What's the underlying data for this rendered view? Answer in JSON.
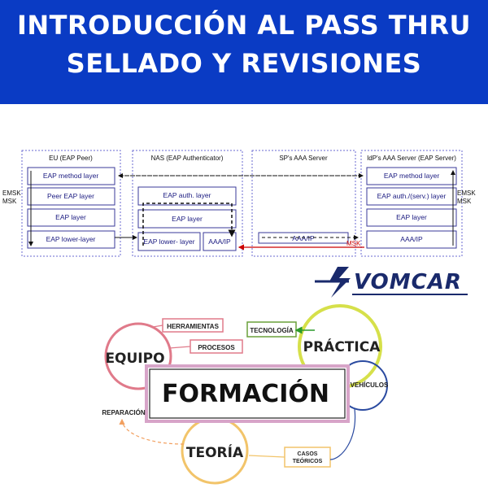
{
  "banner": {
    "line1": "INTRODUCCIÓN AL PASS THRU",
    "line2": "SELLADO Y REVISIONES",
    "bg_color": "#0a3bc4"
  },
  "eap_diagram": {
    "columns": [
      {
        "title": "EU (EAP Peer)"
      },
      {
        "title": "NAS (EAP Authenticator)"
      },
      {
        "title": "SP's AAA Server"
      },
      {
        "title": "IdP's AAA Server (EAP Server)"
      }
    ],
    "peer_layers": [
      "EAP method layer",
      "Peer  EAP layer",
      "EAP layer",
      "EAP lower-layer"
    ],
    "nas_layers": [
      "EAP auth. layer",
      "EAP layer",
      "EAP lower- layer",
      "AAA/IP"
    ],
    "sp_layers": [
      "AAA/IP"
    ],
    "idp_layers": [
      "EAP method layer",
      "EAP auth./(serv.) layer",
      "EAP layer",
      "AAA/IP"
    ],
    "side_label_left": [
      "EMSK",
      "MSK"
    ],
    "side_label_right": [
      "EMSK",
      "MSK"
    ],
    "msk_label": "MSK",
    "msk_color": "#cc0000"
  },
  "logo": {
    "text": "VOMCAR",
    "color": "#1a2a6c"
  },
  "mindmap": {
    "center": "FORMACIÓN",
    "nodes": {
      "equipo": "EQUIPO",
      "practica": "PRÁCTICA",
      "teoria": "TEORÍA",
      "vehiculos": "VEHÍCULOS",
      "herramientas": "HERRAMIENTAS",
      "procesos": "PROCESOS",
      "tecnologia": "TECNOLOGÍA",
      "reparacion": "REPARACIÓN",
      "casos_line1": "CASOS",
      "casos_line2": "TEÓRICOS"
    },
    "colors": {
      "equipo": "#e07a8a",
      "practica": "#d6e04a",
      "teoria": "#f2c46a",
      "vehiculos": "#2a4aa0",
      "center_border": "#d7a4c8"
    }
  }
}
